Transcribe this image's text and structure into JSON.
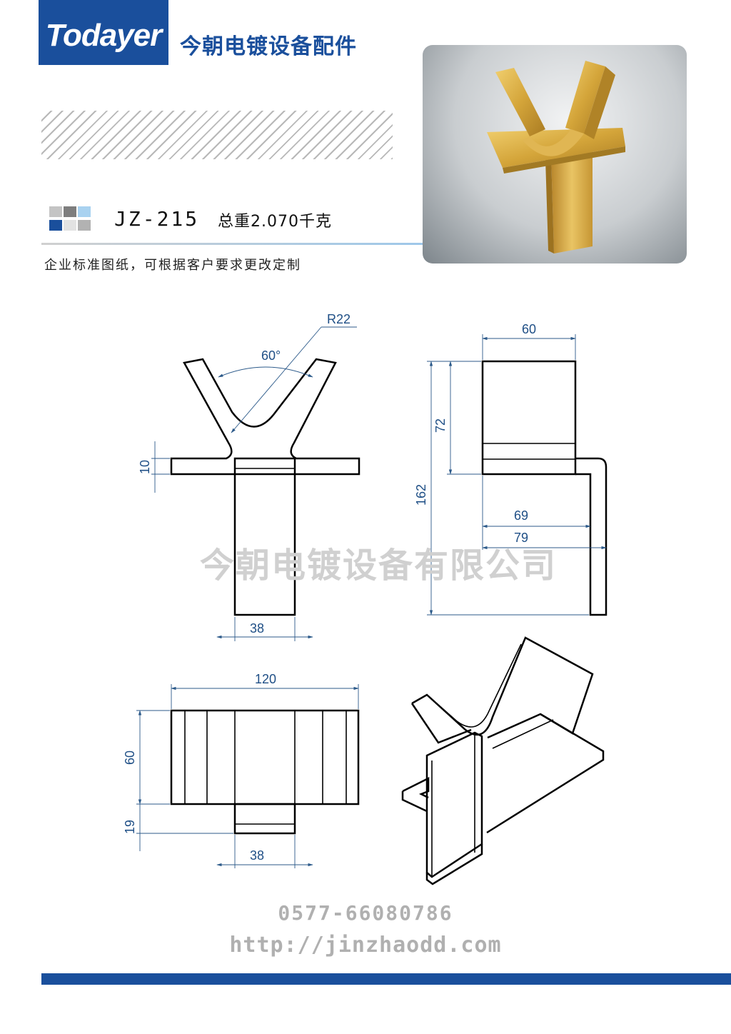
{
  "header": {
    "logo_text": "Todayer",
    "company_title": "今朝电镀设备配件"
  },
  "product": {
    "model": "JZ-215",
    "weight": "总重2.070千克",
    "note": "企业标准图纸，可根据客户要求更改定制"
  },
  "drawing": {
    "radius_label": "R22",
    "angle_label": "60°",
    "thickness_label": "10",
    "front_base_width": "38",
    "side_top_width": "60",
    "side_upper_height": "72",
    "side_total_height": "162",
    "side_inner_depth": "69",
    "side_outer_depth": "79",
    "top_total_width": "120",
    "top_depth": "60",
    "top_tab_depth": "19",
    "top_tab_width": "38"
  },
  "watermark": "今朝电镀设备有限公司",
  "footer": {
    "phone": "0577-66080786",
    "url": "http://jinzhaodd.com"
  },
  "colors": {
    "brand_blue": "#1a4f9c",
    "dimension_blue": "#1f4f86",
    "brass": "#d4a53a"
  }
}
